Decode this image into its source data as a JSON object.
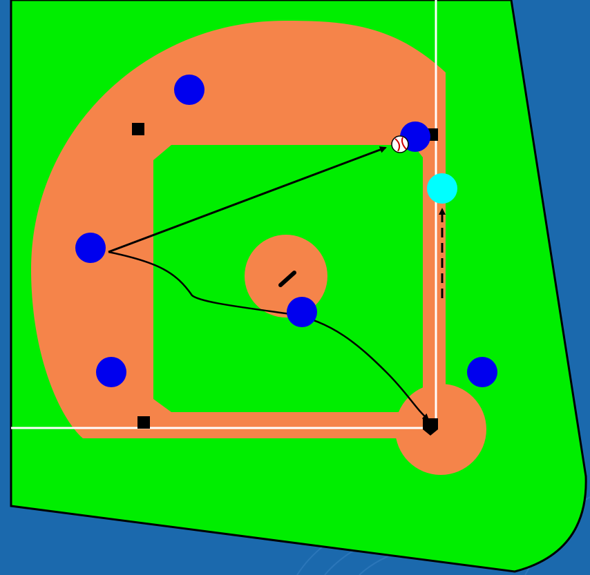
{
  "colors": {
    "background": "#1b69ad",
    "background_swirl": "#4a8ed0",
    "field_grass": "#00ee00",
    "infield_dirt": "#f5844a",
    "field_border": "#000000",
    "foul_line": "#ffffff",
    "fielder": "#0000ee",
    "runner": "#00ffff",
    "base": "#000000",
    "path": "#000000",
    "ball_fill": "#ffffff",
    "ball_seam": "#cc0000"
  },
  "diagram": {
    "fielders": [
      {
        "id": "fielder-1"
      },
      {
        "id": "fielder-2"
      },
      {
        "id": "fielder-3"
      },
      {
        "id": "fielder-4"
      },
      {
        "id": "fielder-5"
      },
      {
        "id": "fielder-6"
      },
      {
        "id": "fielder-7"
      }
    ],
    "runner": {
      "id": "runner"
    },
    "bases": [
      "first-base",
      "second-base",
      "third-base",
      "home-plate"
    ],
    "paths": [
      "throw-to-first",
      "run-to-home",
      "runner-advance"
    ],
    "ball": {
      "icon": "baseball-icon"
    }
  }
}
